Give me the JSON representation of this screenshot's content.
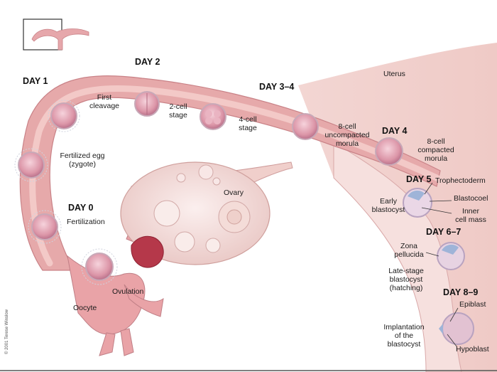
{
  "days": {
    "day1": "DAY 1",
    "day2": "DAY 2",
    "day3_4": "DAY 3–4",
    "day4": "DAY 4",
    "day0": "DAY 0",
    "day5": "DAY 5",
    "day6_7": "DAY 6–7",
    "day8_9": "DAY 8–9"
  },
  "labels": {
    "uterus": "Uterus",
    "first_cleavage": [
      "First",
      "cleavage"
    ],
    "two_cell": [
      "2-cell",
      "stage"
    ],
    "four_cell": [
      "4-cell",
      "stage"
    ],
    "eight_cell_uncompacted": [
      "8-cell",
      "uncompacted",
      "morula"
    ],
    "eight_cell_compacted": [
      "8-cell",
      "compacted",
      "morula"
    ],
    "fertilized_egg": [
      "Fertilized egg",
      "(zygote)"
    ],
    "ovary": "Ovary",
    "fertilization": "Fertilization",
    "early_blastocyst": [
      "Early",
      "blastocyst"
    ],
    "trophectoderm": "Trophectoderm",
    "blastocoel": "Blastocoel",
    "inner_cell_mass": [
      "Inner",
      "cell mass"
    ],
    "zona_pellucida": [
      "Zona",
      "pellucida"
    ],
    "late_stage_blastocyst": [
      "Late-stage",
      "blastocyst",
      "(hatching)"
    ],
    "ovulation": "Ovulation",
    "oocyte": "Oocyte",
    "epiblast": "Epiblast",
    "implantation": [
      "Implantation",
      "of the",
      "blastocyst"
    ],
    "hypoblast": "Hypoblast"
  },
  "copyright": "© 2001 Terese Winslow",
  "colors": {
    "tube": "#e7a7aa",
    "tube_inner": "#f3cdcc",
    "uterus_wall": "#f2cfcd",
    "cell": "#d88aa0",
    "text": "#1b1b1b"
  }
}
